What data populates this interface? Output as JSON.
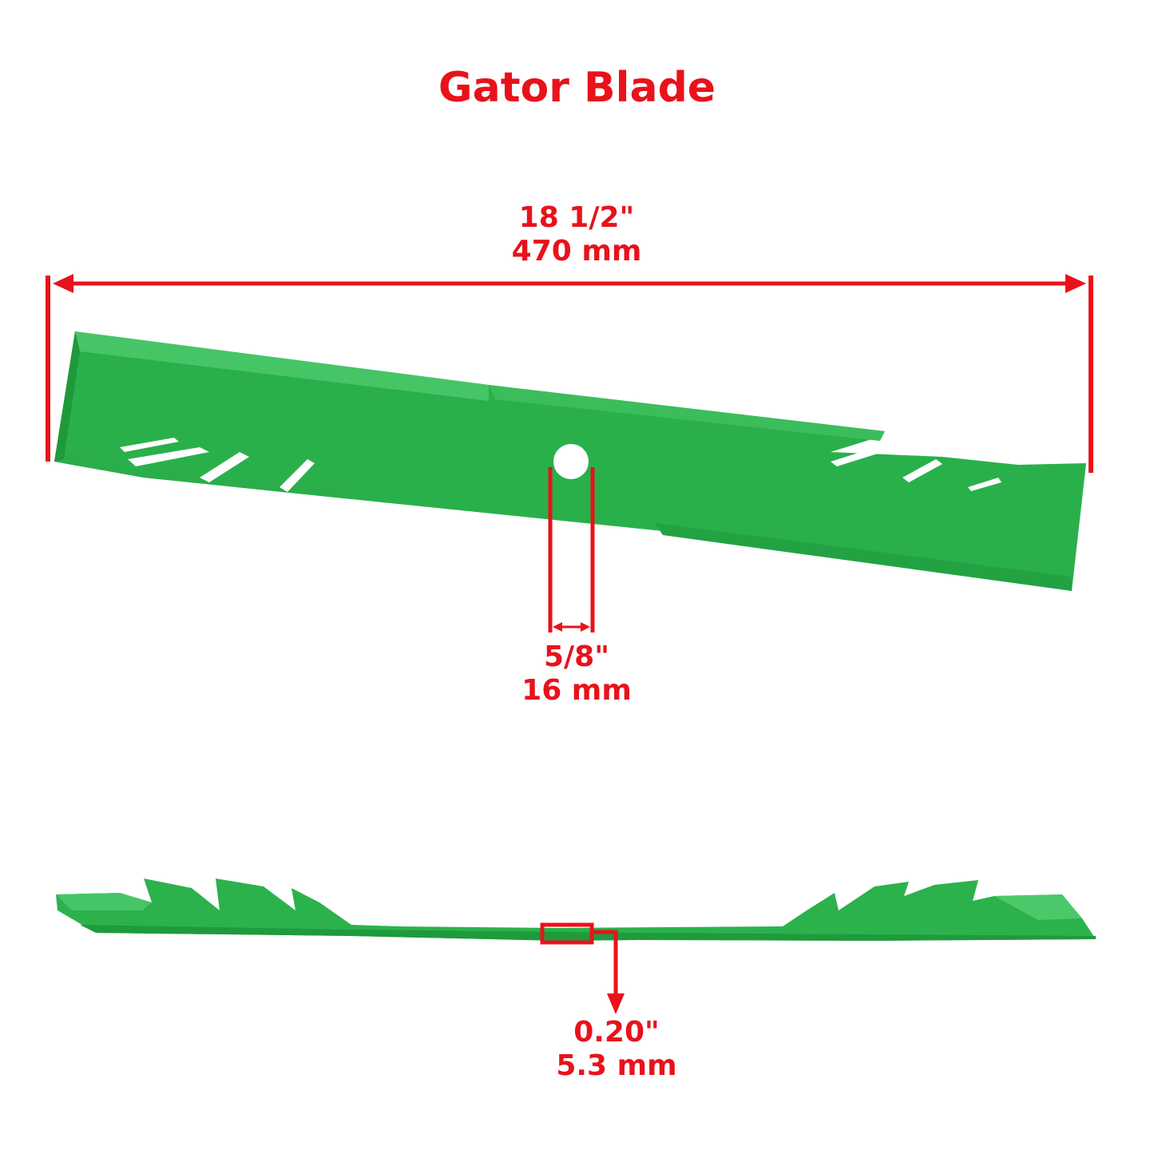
{
  "title": "Gator Blade",
  "dimensions": {
    "length": {
      "imperial": "18 1/2\"",
      "metric": "470 mm"
    },
    "center_hole": {
      "imperial": "5/8\"",
      "metric": "16 mm"
    },
    "thickness": {
      "imperial": "0.20\"",
      "metric": "5.3 mm"
    }
  },
  "colors": {
    "annotation": "#e8121b",
    "blade": "#2bb24c",
    "blade_dark": "#1f9a3c",
    "blade_light": "#42c763",
    "background": "#ffffff"
  }
}
